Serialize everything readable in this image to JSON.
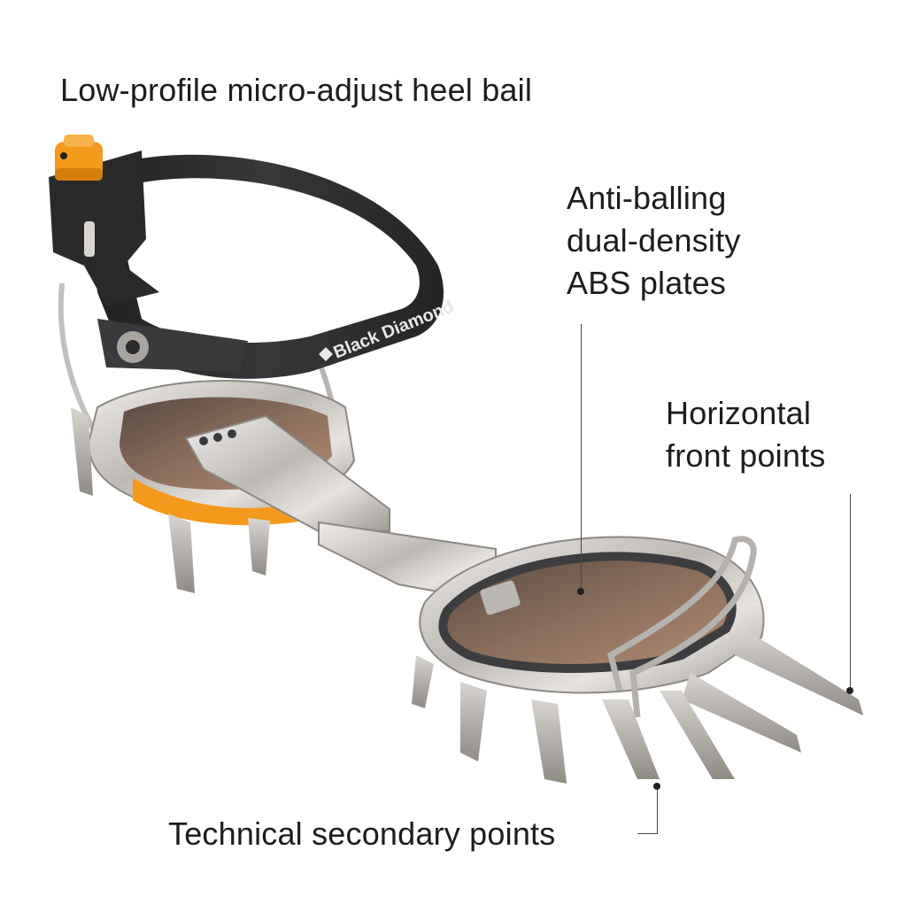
{
  "callouts": {
    "heel_bail": "Low-profile micro-adjust heel bail",
    "abs_plates": [
      "Anti-balling",
      "dual-density",
      "ABS plates"
    ],
    "front_points": [
      "Horizontal",
      "front points"
    ],
    "secondary_points": "Technical secondary points"
  },
  "product": {
    "strap_brand": "Black Diamond",
    "colors": {
      "strap": "#2b2b2d",
      "steel": "#c9c6c2",
      "accent_orange": "#f39a1c",
      "abs_plate": "#6b5346"
    }
  }
}
